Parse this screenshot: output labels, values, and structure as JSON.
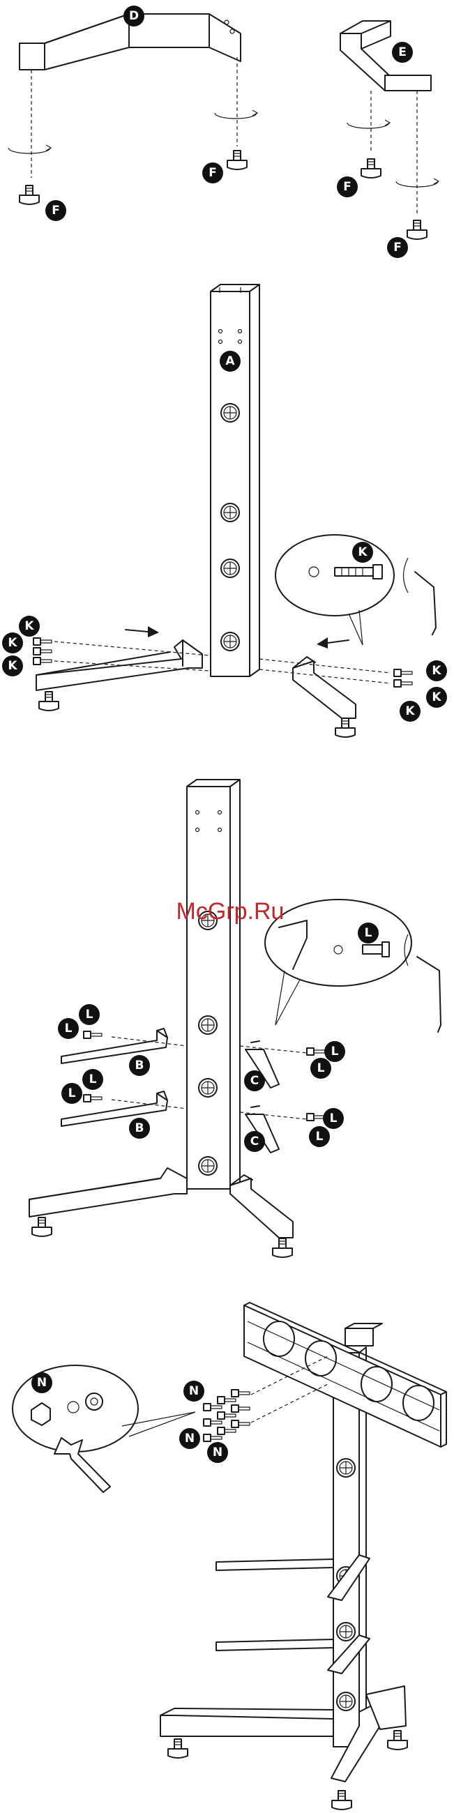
{
  "parts": {
    "A": "A",
    "B": "B",
    "C": "C",
    "D": "D",
    "E": "E",
    "F": "F",
    "K": "K",
    "L": "L",
    "N": "N"
  },
  "watermark": "McGrp.Ru",
  "colors": {
    "line": "#1a1a1a",
    "callout": "#111111",
    "watermark": "#c0282a"
  }
}
